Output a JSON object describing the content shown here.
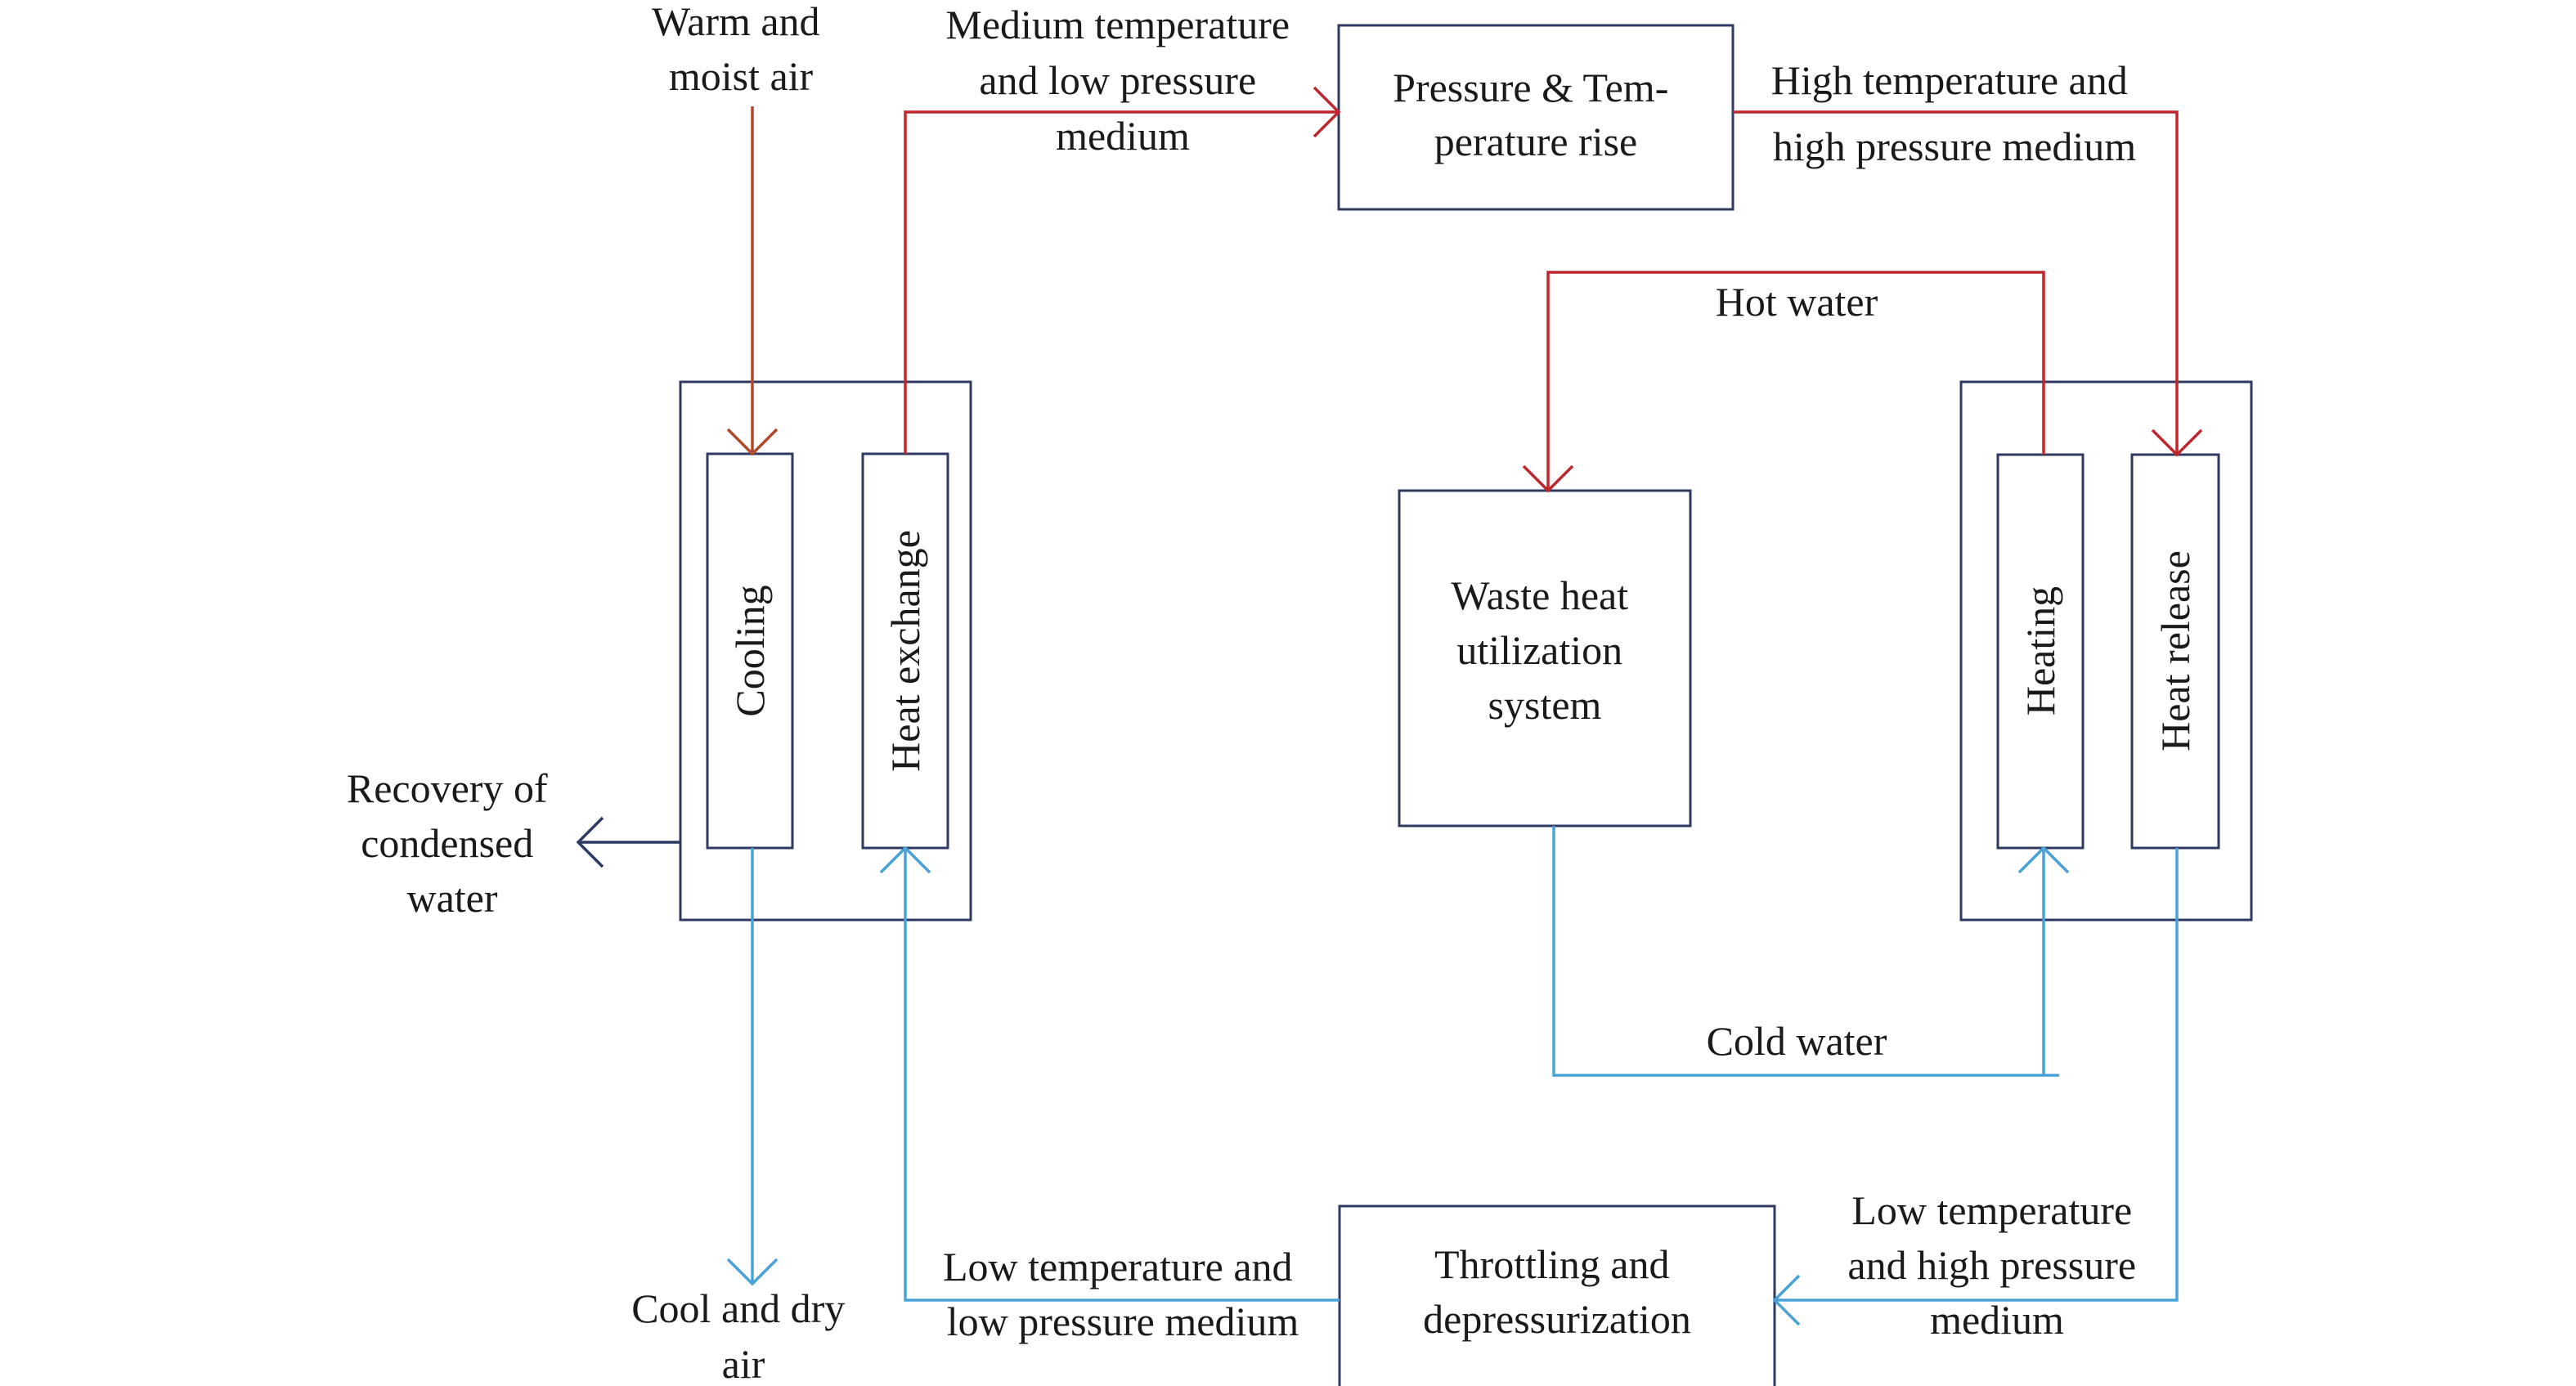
{
  "diagram": {
    "input_air": [
      "Warm and",
      "moist air"
    ],
    "medium_temp_low_pressure": [
      "Medium temperature",
      "and low pressure",
      "medium"
    ],
    "compressor": [
      "Pressure & Tem-",
      "perature rise"
    ],
    "high_temp_high_pressure": [
      "High temperature and",
      "high pressure medium"
    ],
    "hot_water": "Hot water",
    "waste_heat_system": [
      "Waste heat",
      "utilization",
      "system"
    ],
    "cooling": "Cooling",
    "heat_exchange": "Heat exchange",
    "heating": "Heating",
    "heat_release": "Heat release",
    "condensed_water": [
      "Recovery of",
      "condensed",
      "water"
    ],
    "cold_water": "Cold water",
    "cool_dry_air": [
      "Cool and dry",
      "air"
    ],
    "low_temp_low_pressure": [
      "Low temperature and",
      "low pressure medium"
    ],
    "throttling": [
      "Throttling and",
      "depressurization"
    ],
    "low_temp_high_pressure": [
      "Low temperature",
      "and high pressure",
      "medium"
    ]
  },
  "colors": {
    "hot_flow": "#c0272d",
    "air_flow": "#b04a2a",
    "cold_flow": "#4aa3d8",
    "outline": "#2f3a63"
  }
}
